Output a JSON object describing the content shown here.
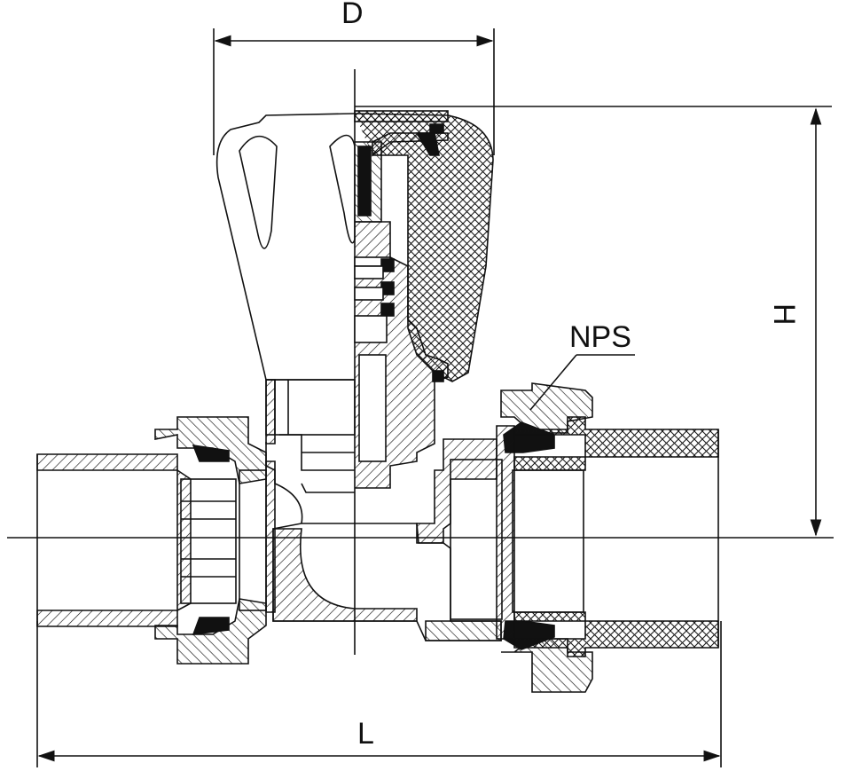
{
  "labels": {
    "diameter": "D",
    "height": "H",
    "length": "L",
    "thread_callout": "NPS"
  },
  "colors": {
    "line": "#111111",
    "paper": "#ffffff"
  }
}
